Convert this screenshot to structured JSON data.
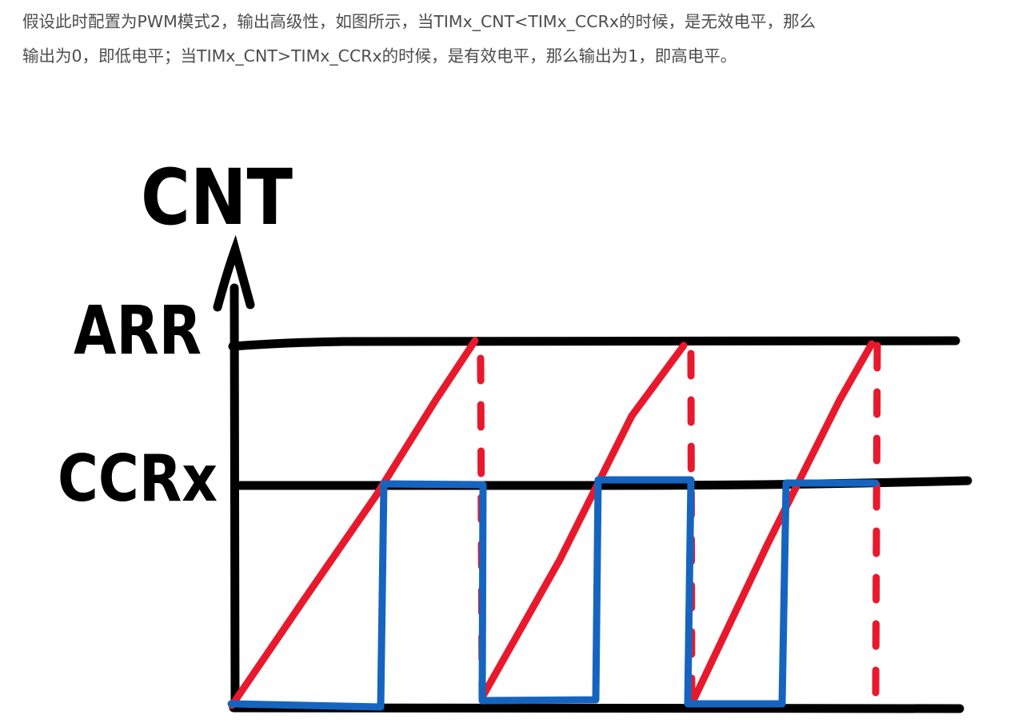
{
  "article": {
    "line1": "假设此时配置为PWM模式2，输出高级性，如图所示，当TIMx_CNT<TIMx_CCRx的时候，是无效电平，那么",
    "line2": "输出为0，即低电平；当TIMx_CNT>TIMx_CCRx的时候，是有效电平，那么输出为1，即高电平。"
  },
  "figure": {
    "y_axis_label": "CNT",
    "arr_label": "ARR",
    "ccr_label": "CCRx",
    "colors": {
      "axis": "#000000",
      "counter": "#e8192c",
      "output": "#1565c0"
    }
  }
}
